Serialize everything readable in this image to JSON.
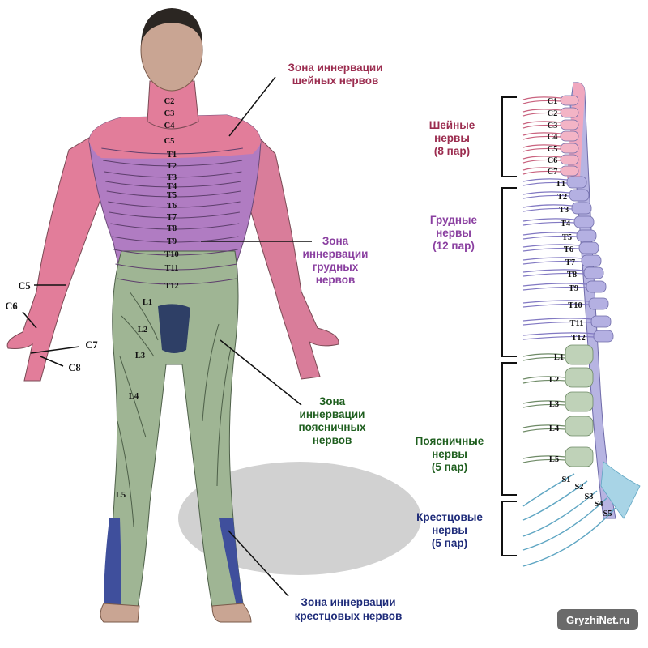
{
  "colors": {
    "cervical": "#9b2c4f",
    "thoracic": "#8a3fa0",
    "lumbar": "#1e5e1e",
    "sacral": "#1f2c7a",
    "zone_cervical": "#e27d9a",
    "zone_thoracic": "#b07cc2",
    "zone_lumbar": "#9fb594",
    "zone_sacral": "#3f4f9c",
    "skin": "#c9a593"
  },
  "callouts": {
    "cervical": [
      "Зона иннервации",
      "шейных нервов"
    ],
    "thoracic": [
      "Зона",
      "иннервации",
      "грудных",
      "нервов"
    ],
    "lumbar": [
      "Зона",
      "иннервации",
      "поясничных",
      "нервов"
    ],
    "sacral": [
      "Зона иннервации",
      "крестцовых нервов"
    ]
  },
  "body_labels": {
    "neck": [
      "C2",
      "C3",
      "C4",
      "C5"
    ],
    "torso": [
      "T1",
      "T2",
      "T3",
      "T4",
      "T5",
      "T6",
      "T7",
      "T8",
      "T9",
      "T10",
      "T11",
      "T12"
    ],
    "legs": [
      "L1",
      "L2",
      "L3",
      "L4",
      "L5"
    ],
    "arm": [
      "C5",
      "C6",
      "C7",
      "C8"
    ]
  },
  "spine_groups": [
    {
      "key": "cervical",
      "lines": [
        "Шейные",
        "нервы",
        "(8 пар)"
      ],
      "labels": [
        "C1",
        "C2",
        "C3",
        "C4",
        "C5",
        "C6",
        "C7"
      ]
    },
    {
      "key": "thoracic",
      "lines": [
        "Грудные",
        "нервы",
        "(12 пар)"
      ],
      "labels": [
        "T1",
        "T2",
        "T3",
        "T4",
        "T5",
        "T6",
        "T7",
        "T8",
        "T9",
        "T10",
        "T11",
        "T12"
      ]
    },
    {
      "key": "lumbar",
      "lines": [
        "Поясничные",
        "нервы",
        "(5 пар)"
      ],
      "labels": [
        "L1",
        "L2",
        "L3",
        "L4",
        "L5"
      ]
    },
    {
      "key": "sacral",
      "lines": [
        "Крестцовые",
        "нервы",
        "(5 пар)"
      ],
      "labels": [
        "S1",
        "S2",
        "S3",
        "S4",
        "S5"
      ]
    }
  ],
  "watermark": "GryzhiNet.ru"
}
